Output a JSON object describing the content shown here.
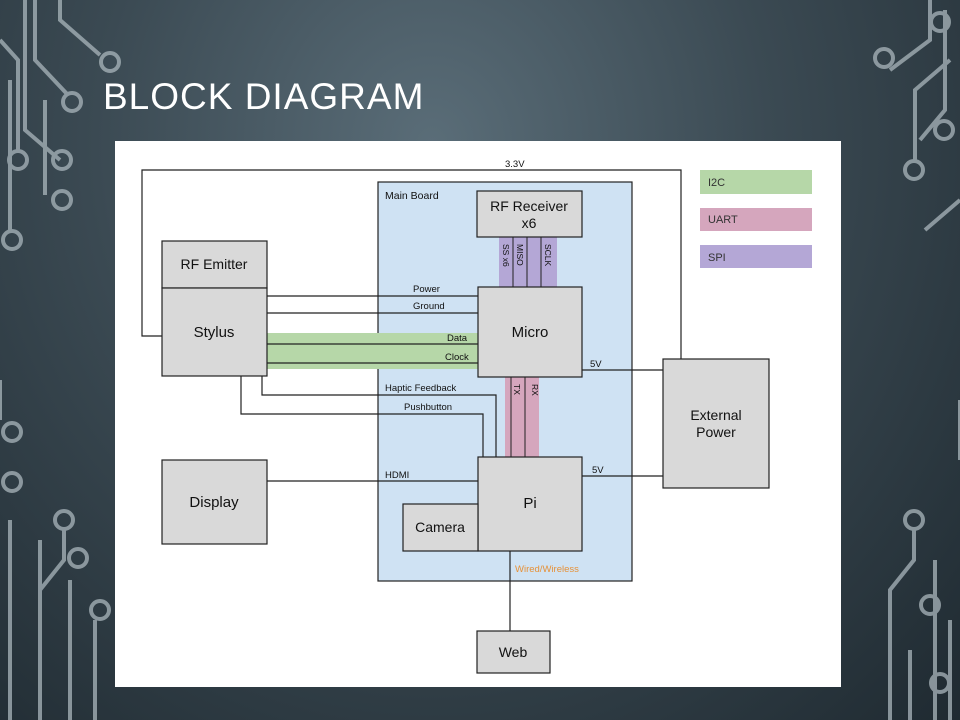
{
  "slide": {
    "title": "BLOCK DIAGRAM"
  },
  "diagram": {
    "blocks": {
      "main_board": "Main Board",
      "rf_receiver_line1": "RF Receiver",
      "rf_receiver_line2": "x6",
      "rf_emitter": "RF Emitter",
      "stylus": "Stylus",
      "micro": "Micro",
      "pi": "Pi",
      "camera": "Camera",
      "display": "Display",
      "external_power_line1": "External",
      "external_power_line2": "Power",
      "web": "Web"
    },
    "connections": {
      "v33": "3.3V",
      "power": "Power",
      "ground": "Ground",
      "data": "Data",
      "clock": "Clock",
      "haptic": "Haptic Feedback",
      "pushbutton": "Pushbutton",
      "hdmi": "HDMI",
      "v5_micro": "5V",
      "v5_pi": "5V",
      "wired": "Wired/Wireless",
      "ss": "SS x6",
      "miso": "MISO",
      "sclk": "SCLK",
      "tx": "TX",
      "rx": "RX"
    },
    "legend": [
      {
        "label": "I2C",
        "color": "#b6d7a8"
      },
      {
        "label": "UART",
        "color": "#d5a6bd"
      },
      {
        "label": "SPI",
        "color": "#b4a7d6"
      }
    ],
    "colors": {
      "main_board_fill": "#cfe2f3",
      "block_fill": "#d9d9d9",
      "wired_label": "#e69138"
    }
  }
}
